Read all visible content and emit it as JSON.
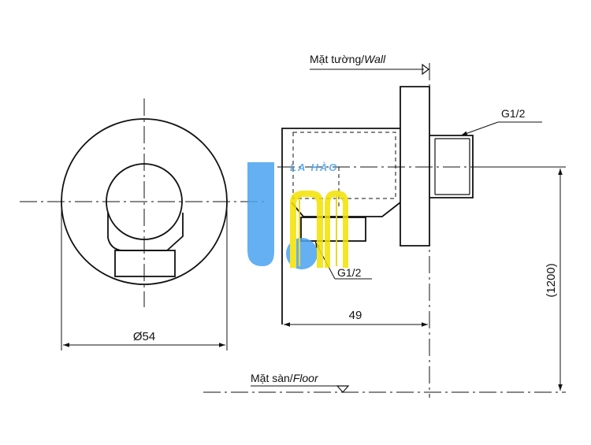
{
  "labels": {
    "wall_vi": "Mặt tường/",
    "wall_en": "Wall",
    "floor_vi": "Mặt sàn/",
    "floor_en": "Floor",
    "thread_top": "G1/2",
    "thread_bottom": "G1/2",
    "diameter": "Ø54",
    "depth": "49",
    "height": "(1200)"
  },
  "watermark": {
    "text": "LA HÀO",
    "colors": {
      "blue": "#4aa3f0",
      "yellow": "#f3e200"
    }
  }
}
